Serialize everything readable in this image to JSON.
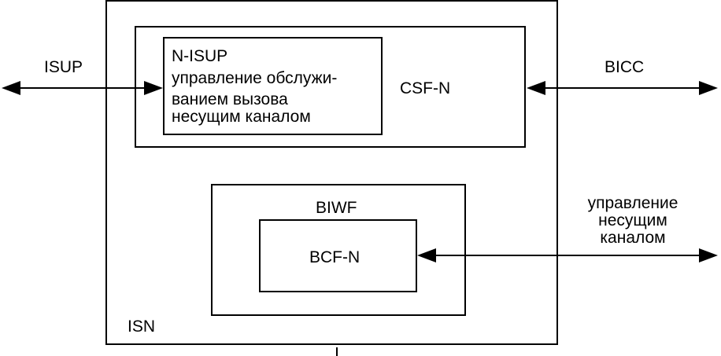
{
  "diagram": {
    "outer_label": "ISN",
    "csf_label": "CSF-N",
    "nisup_lines": [
      "N-ISUP",
      "управление обслужи-",
      "ванием вызова",
      "несущим каналом"
    ],
    "biwf_label": "BIWF",
    "bcf_label": "BCF-N",
    "isup_label": "ISUP",
    "bicc_label": "BICC",
    "bearer_lines": [
      "управление",
      "несущим",
      "каналом"
    ]
  }
}
